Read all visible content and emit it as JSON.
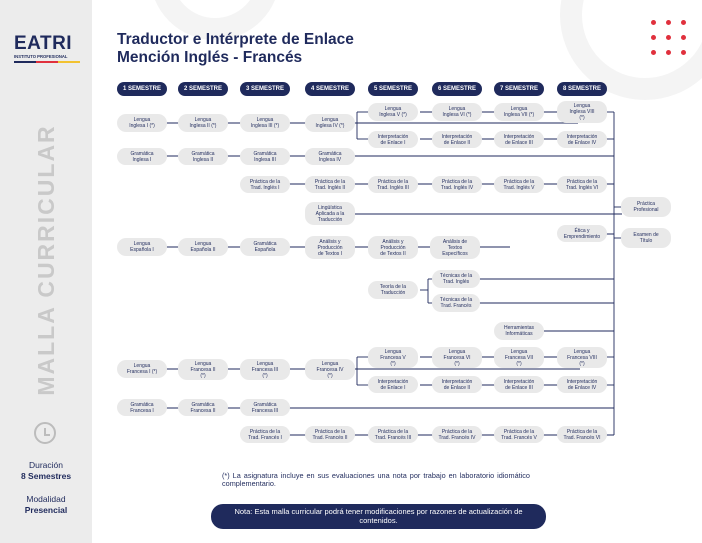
{
  "logo": {
    "word": "EATRI",
    "subtitle": "INSTITUTO PROFESIONAL",
    "stripe_colors": [
      "#1f2a5c",
      "#e0303d",
      "#f2c230"
    ]
  },
  "sidebar": {
    "vertical_title": "MALLA CURRICULAR",
    "duration_label": "Duración",
    "duration_value": "8 Semestres",
    "modality_label": "Modalidad",
    "modality_value": "Presencial"
  },
  "title": {
    "line1": "Traductor e Intérprete de Enlace",
    "line2": "Mención Inglés - Francés"
  },
  "semesters": [
    "1 SEMESTRE",
    "2 SEMESTRE",
    "3 SEMESTRE",
    "4 SEMESTRE",
    "5 SEMESTRE",
    "6 SEMESTRE",
    "7 SEMESTRE",
    "8 SEMESTRE"
  ],
  "courses": {
    "ingles_1": "Lengua\nInglesa I (*)",
    "ingles_2": "Lengua\nInglesa II (*)",
    "ingles_3": "Lengua\nInglesa III (*)",
    "ingles_4": "Lengua\nInglesa IV (*)",
    "ingles_5": "Lengua\nInglesa V (*)",
    "ingles_6": "Lengua\nInglesa VI (*)",
    "ingles_7": "Lengua\nInglesa VII (*)",
    "ingles_8": "Lengua\nInglesa VIII\n(*)",
    "interp_i_1": "Interpretación\nde Enlace I",
    "interp_i_2": "Interpretación\nde Enlace II",
    "interp_i_3": "Interpretación\nde Enlace III",
    "interp_i_4": "Interpretación\nde Enlace IV",
    "gram_i_1": "Gramática\nInglesa I",
    "gram_i_2": "Gramática\nInglesa II",
    "gram_i_3": "Gramática\nInglesa III",
    "gram_i_4": "Gramática\nInglesa IV",
    "prac_i_1": "Práctica de la\nTrad. Inglés I",
    "prac_i_2": "Práctica de la\nTrad. Inglés II",
    "prac_i_3": "Práctica de la\nTrad. Inglés III",
    "prac_i_4": "Práctica de la\nTrad. Inglés IV",
    "prac_i_5": "Práctica de la\nTrad. Inglés V",
    "prac_i_6": "Práctica de la\nTrad. Inglés VI",
    "linguistica": "Lingüística\nAplicada a la\nTraducción",
    "etica": "Ética y\nEmprendimiento",
    "practica_prof": "Práctica\nProfesional",
    "examen": "Examen de\nTítulo",
    "esp_1": "Lengua\nEspañola I",
    "esp_2": "Lengua\nEspañola II",
    "gram_esp": "Gramática\nEspañola",
    "analisis_1": "Análisis y\nProducción\nde Textos I",
    "analisis_2": "Análisis y\nProducción\nde Textos II",
    "analisis_esp": "Análisis de\nTextos\nEspecíficos",
    "teoria": "Teoría de la\nTraducción",
    "tecnicas_i": "Técnicas de la\nTrad. Inglés",
    "tecnicas_f": "Técnicas de la\nTrad. Francés",
    "herramientas": "Herramientas\nInformáticas",
    "fr_1": "Lengua\nFrancesa I (*)",
    "fr_2": "Lengua\nFrancesa II\n(*)",
    "fr_3": "Lengua\nFrancesa III\n(*)",
    "fr_4": "Lengua\nFrancesa IV\n(*)",
    "fr_5": "Lengua\nFrancesa V\n(*)",
    "fr_6": "Lengua\nFrancesa VI\n(*)",
    "fr_7": "Lengua\nFrancesa VII\n(*)",
    "fr_8": "Lengua\nFrancesa VIII\n(*)",
    "interp_f_1": "Interpretación\nde Enlace I",
    "interp_f_2": "Interpretación\nde Enlace II",
    "interp_f_3": "Interpretación\nde Enlace III",
    "interp_f_4": "Interpretación\nde Enlace IV",
    "gram_f_1": "Gramática\nFrancesa I",
    "gram_f_2": "Gramática\nFrancesa II",
    "gram_f_3": "Gramática\nFrancesa III",
    "prac_f_1": "Práctica de la\nTrad. Francés I",
    "prac_f_2": "Práctica de la\nTrad. Francés II",
    "prac_f_3": "Práctica de la\nTrad. Francés III",
    "prac_f_4": "Práctica de la\nTrad. Francés IV",
    "prac_f_5": "Práctica de la\nTrad. Francés V",
    "prac_f_6": "Práctica de la\nTrad. Francés VI"
  },
  "footnote": "(*) La asignatura incluye en sus evaluaciones una nota por trabajo en laboratorio idiomático complementario.",
  "note": "Nota: Esta malla curricular podrá tener modificaciones por razones de actualización de contenidos.",
  "colors": {
    "navy": "#1f2a5c",
    "accent_red": "#e0303d",
    "node_bg": "#e9e9e9",
    "sidebar_bg": "#ececec"
  }
}
